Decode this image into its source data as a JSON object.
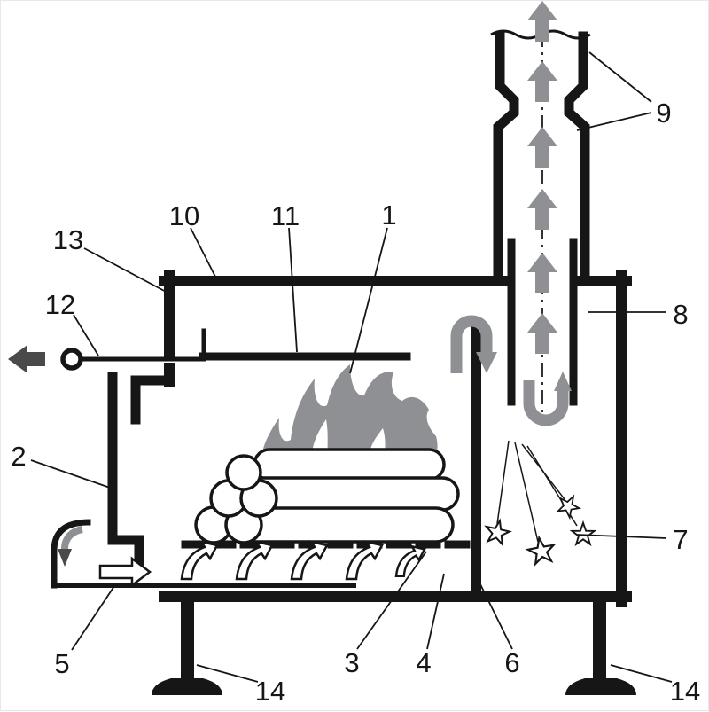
{
  "colors": {
    "wall": "#161616",
    "flow": "#8f9093",
    "dark_arrow": "#4a4a4a"
  },
  "labels": {
    "n1": "1",
    "n2": "2",
    "n3": "3",
    "n4": "4",
    "n5": "5",
    "n6": "6",
    "n7": "7",
    "n8": "8",
    "n9": "9",
    "n10": "10",
    "n11": "11",
    "n12": "12",
    "n13": "13",
    "n14": "14"
  }
}
